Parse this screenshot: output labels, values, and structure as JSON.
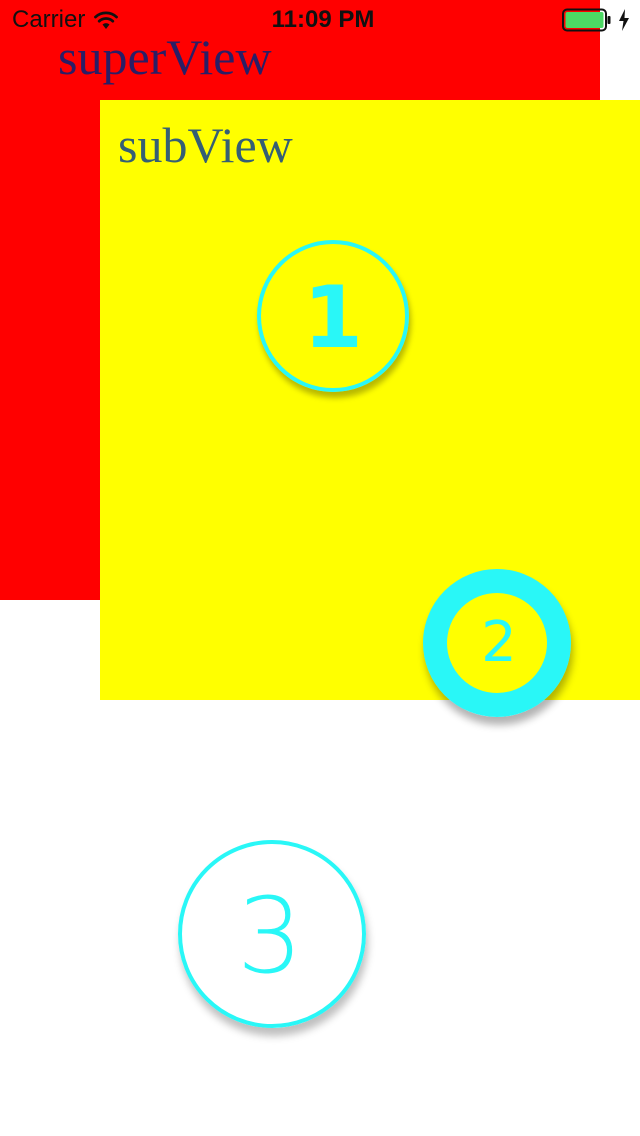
{
  "status_bar": {
    "carrier": "Carrier",
    "time": "11:09 PM",
    "wifi_icon": "wifi-icon",
    "battery_icon": "battery-icon",
    "charging_icon": "charging-bolt-icon",
    "battery_level": 1.0,
    "battery_color": "#4cd964"
  },
  "super_view": {
    "title": "superView",
    "background": "#ff0000"
  },
  "sub_view": {
    "title": "subView",
    "background": "#ffff00"
  },
  "circles": [
    {
      "label": "1",
      "color": "#29f7f7"
    },
    {
      "label": "2",
      "color": "#29f7f7"
    },
    {
      "label": "3",
      "color": "#29f7f7"
    }
  ]
}
